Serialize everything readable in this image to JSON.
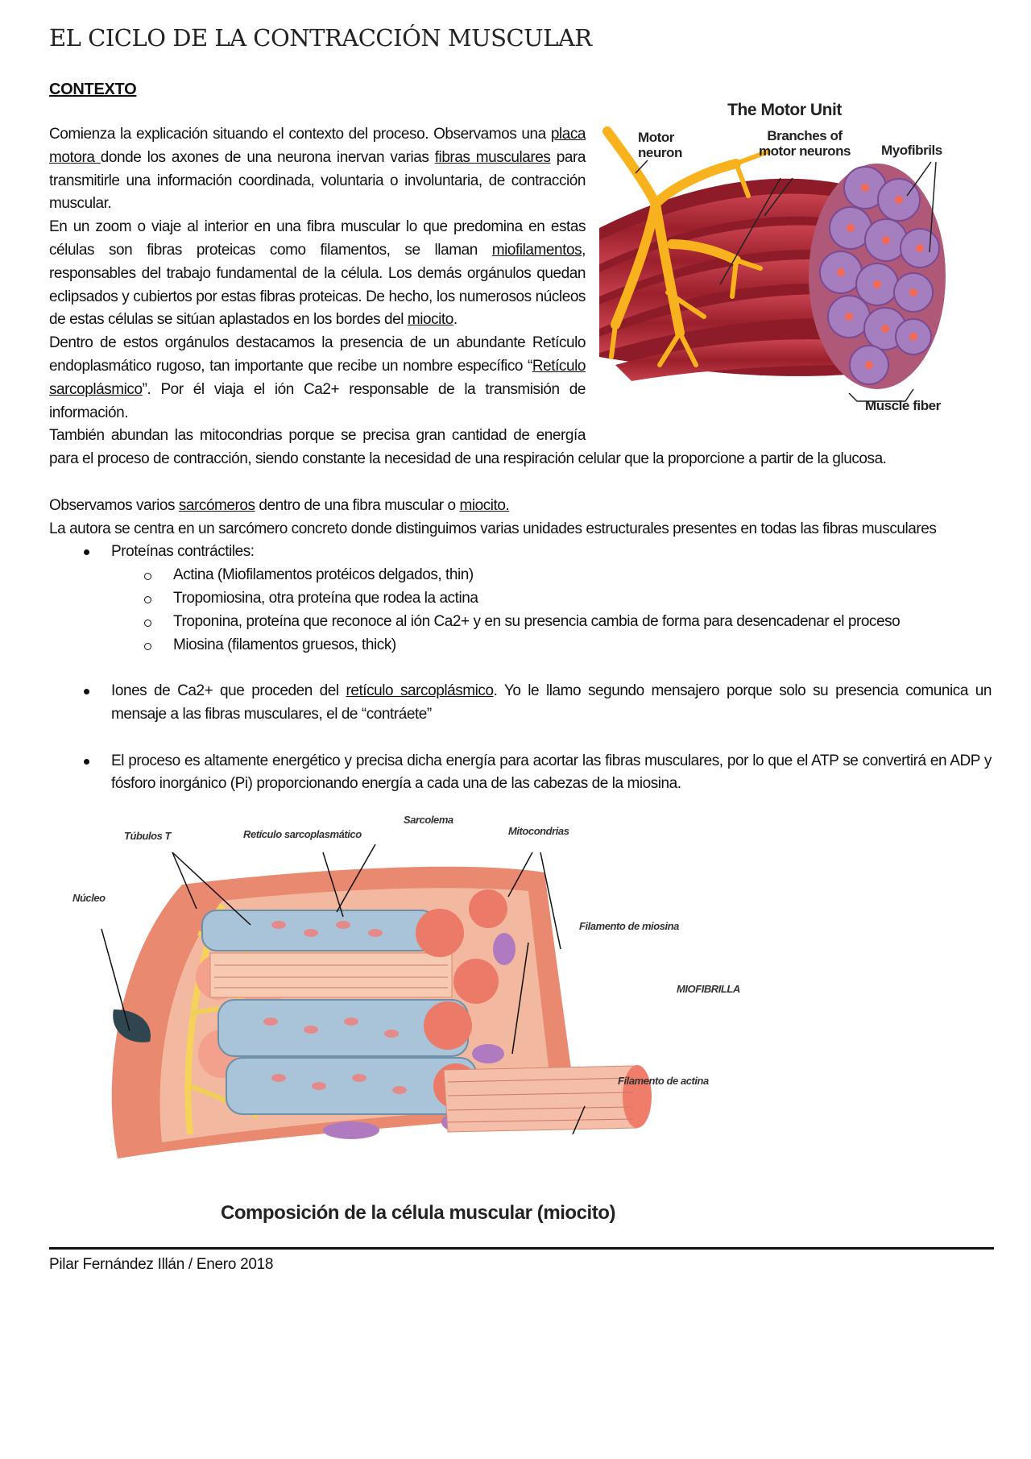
{
  "title": "EL CICLO DE LA CONTRACCIÓN MUSCULAR",
  "heading": "CONTEXTO",
  "p1": [
    "Comienza la explicación situando el contexto del proceso. Observamos una ",
    "placa motora ",
    "donde los axones de una neurona inervan varias  ",
    "fibras musculares",
    " para transmitirle una información coordinada,  voluntaria o involuntaria, de contracción muscular."
  ],
  "p2": [
    "En un zoom o viaje al interior en  una fibra muscular lo que predomina en estas  células son fibras proteicas como filamentos, se llaman ",
    "miofilamentos",
    ", responsables del trabajo fundamental de la célula. Los demás orgánulos quedan eclipsados y cubiertos por estas fibras proteicas. De hecho, los numerosos núcleos de estas células se sitúan aplastados en los bordes del ",
    "miocito",
    "."
  ],
  "p3": [
    "Dentro de estos orgánulos destacamos la presencia de un abundante Retículo endoplasmático rugoso, tan importante que recibe un nombre específico “",
    "Retículo sarcoplásmico",
    "”. Por él viaja el ión Ca2+ responsable de la transmisión de información."
  ],
  "p4": "También abundan las mitocondrias porque se precisa gran cantidad de energía para el proceso de contracción, siendo constante la necesidad de una respiración celular que la proporcione a partir de la glucosa.",
  "p5": [
    "Observamos varios ",
    "sarcómeros",
    " dentro de una fibra muscular o ",
    "miocito."
  ],
  "p6": "La autora se centra en un sarcómero  concreto donde distinguimos varias unidades estructurales presentes en todas las fibras musculares",
  "bullets": {
    "b1": "Proteínas contráctiles:",
    "sub": [
      "Actina (Miofilamentos  protéicos delgados, thin)",
      " Tropomiosina, otra proteína que rodea la actina",
      "Troponina, proteína que reconoce al ión Ca2+ y en su presencia cambia de forma para desencadenar el proceso",
      "Miosina (filamentos gruesos, thick)"
    ],
    "b2": [
      "Iones de Ca2+ que proceden del ",
      "retículo sarcoplásmico",
      ". Yo le llamo segundo mensajero porque solo su presencia comunica un mensaje a las fibras musculares, el de “contráete”"
    ],
    "b3": "El proceso es altamente energético y precisa dicha energía para acortar las fibras musculares, por lo que el ATP se convertirá en ADP y fósforo inorgánico (Pi) proporcionando energía a cada una de las cabezas de la miosina."
  },
  "figure1": {
    "title": "The Motor Unit",
    "motor_neuron": "Motor neuron",
    "branches": "Branches of motor neurons",
    "myofibrils": "Myofibrils",
    "muscle_fiber": "Muscle fiber"
  },
  "figure2": {
    "tubulos": "Túbulos T",
    "reticulo": "Retículo sarcoplasmático",
    "sarcolema": "Sarcolema",
    "mitocondrias": "Mitocondrias",
    "nucleo": "Núcleo",
    "miosina": "Filamento de miosina",
    "miofibrilla": "MIOFIBRILLA",
    "actina": "Filamento de actina",
    "caption": "Composición de la célula muscular (miocito)"
  },
  "footer": "Pilar Fernández Illán / Enero 2018"
}
